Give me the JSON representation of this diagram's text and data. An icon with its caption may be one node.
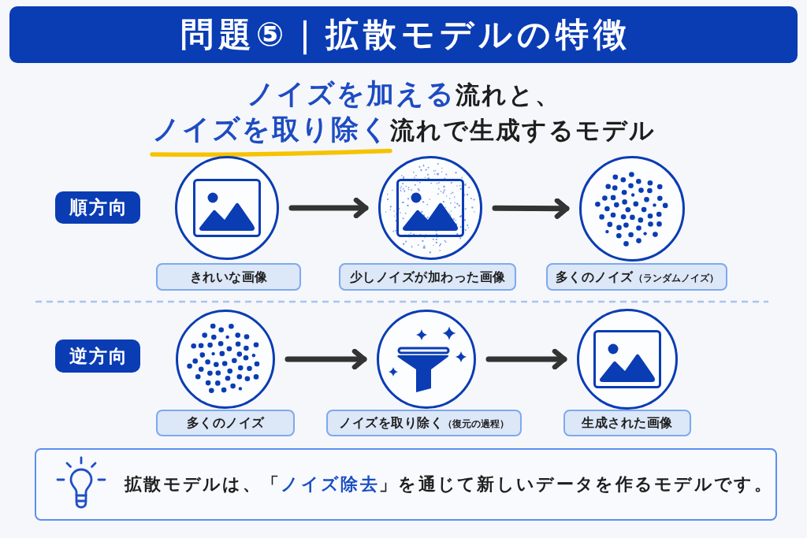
{
  "diagram": {
    "title": "問題⑤｜拡散モデルの特徴",
    "nodes": [
      {
        "text": [
          "順方向"
        ]
      },
      {
        "text": [],
        "shape": "circle"
      },
      {
        "text": [],
        "shape": "circle"
      },
      {
        "text": [],
        "shape": "circle"
      },
      {
        "text": [
          "きれいな画像"
        ]
      },
      {
        "text": [
          "少しノイズが加わった画像"
        ]
      },
      {
        "text": [
          "多くのノイズ",
          "（ランダムノイズ）"
        ]
      },
      {
        "text": [
          "逆方向"
        ]
      },
      {
        "text": [],
        "shape": "circle"
      },
      {
        "text": [],
        "shape": "circle"
      },
      {
        "text": [],
        "shape": "circle"
      },
      {
        "text": [
          "多くのノイズ"
        ]
      },
      {
        "text": [
          "ノイズを取り除く",
          "（復元の過程）"
        ]
      },
      {
        "text": [
          "生成された画像"
        ]
      },
      {
        "text": [
          "拡散モデルは、「**ノイズ除去**」を通じて新しいデータを作るモデルです。"
        ]
      }
    ],
    "edges": [
      {
        "from": 1,
        "to": 2,
        "arrow": "to"
      },
      {
        "from": 2,
        "to": 3,
        "arrow": "to"
      },
      {
        "from": 8,
        "to": 9,
        "arrow": "to"
      },
      {
        "from": 9,
        "to": 10,
        "arrow": "to"
      }
    ],
    "labels": [
      "**ノイズを加える**流れと、**ノイズを取り除く**流れで生成するモデル"
    ]
  }
}
